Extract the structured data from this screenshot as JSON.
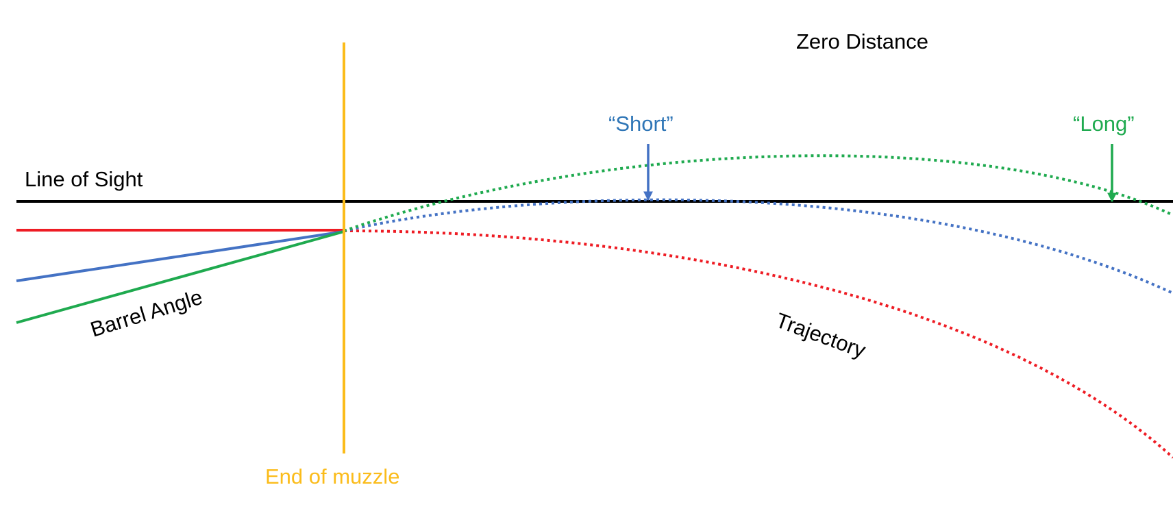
{
  "labels": {
    "zero_distance": "Zero Distance",
    "short": "“Short”",
    "long": "“Long”",
    "line_of_sight": "Line of Sight",
    "barrel_angle": "Barrel Angle",
    "trajectory": "Trajectory",
    "end_of_muzzle": "End of muzzle"
  },
  "colors": {
    "line_of_sight": "#000000",
    "muzzle": "#FBBC1B",
    "red_trajectory": "#EE1C24",
    "blue_trajectory": "#4472C4",
    "green_trajectory": "#1FAA4F",
    "short_label": "#2E75B6",
    "long_label": "#1FAA4F",
    "text": "#000000"
  }
}
